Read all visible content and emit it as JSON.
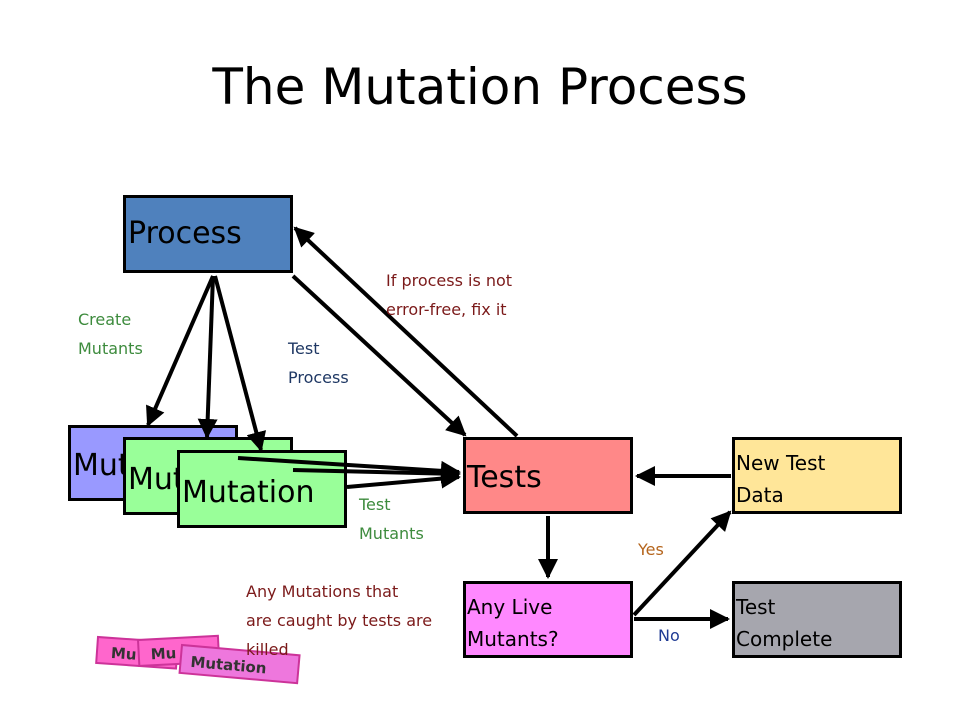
{
  "title": "The Mutation Process",
  "boxes": {
    "process": "Process",
    "mutant_1": "Mutation",
    "mutant_2": "Mutation",
    "mutant_3": "Mutation",
    "tests": "Tests",
    "new_test_data_line1": "New Test",
    "new_test_data_line2": "Data",
    "any_live_line1": "Any Live",
    "any_live_line2": "Mutants?",
    "test_complete_line1": "Test",
    "test_complete_line2": "Complete"
  },
  "labels": {
    "create_mutants_line1": "Create",
    "create_mutants_line2": "Mutants",
    "test_process_line1": "Test",
    "test_process_line2": "Process",
    "fix_line1": "If process is not",
    "fix_line2": "error-free, fix it",
    "test_mutants_line1": "Test",
    "test_mutants_line2": "Mutants",
    "killed_line1": "Any Mutations that",
    "killed_line2": "are caught by tests are",
    "killed_line3": "killed",
    "yes": "Yes",
    "no": "No"
  },
  "colors": {
    "process": "#4f81bd",
    "mutant_back": "#9999ff",
    "mutant": "#99ff99",
    "tests": "#ff8888",
    "new_test_data": "#ffe699",
    "any_live": "#ff88ff",
    "test_complete": "#a6a6ae"
  }
}
